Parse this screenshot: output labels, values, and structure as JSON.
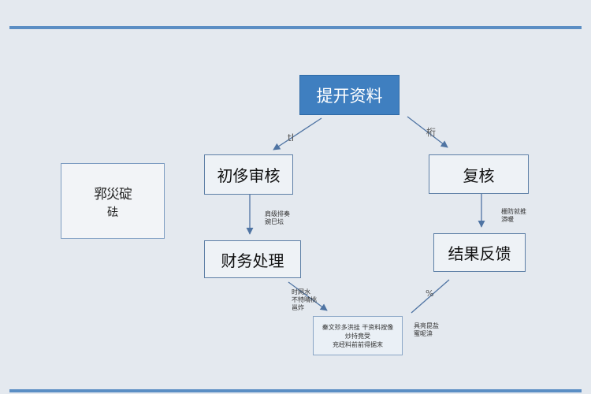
{
  "nodes": {
    "submit": "提开资料",
    "initial_review": "初侈审核",
    "finance": "财务处理",
    "recheck": "复核",
    "feedback": "结果反馈"
  },
  "side_box": {
    "line1": "郛災碇",
    "line2": "砝"
  },
  "note_box": {
    "line1": "秦文殄多洪挂 干资料按像",
    "line2": "炒持竟受",
    "line3": "充经料前前得据末"
  },
  "labels": {
    "left_arrow": "tl",
    "right_arrow": "桁",
    "review_to_finance": [
      "肩级排奏",
      "豌巳坛"
    ],
    "recheck_to_feedback": [
      "栅防就推",
      "漭暖"
    ],
    "finance_to_note": [
      "时网水",
      "不特晴桃",
      "邕炸"
    ],
    "feedback_to_note": "%",
    "note_right": [
      "具亮昆盐",
      "蜜呢渰"
    ]
  },
  "colors": {
    "accent": "#3f7fc0",
    "rule": "#5b8ec4",
    "background": "#e4e9ef",
    "arrow": "#4f74a3"
  }
}
